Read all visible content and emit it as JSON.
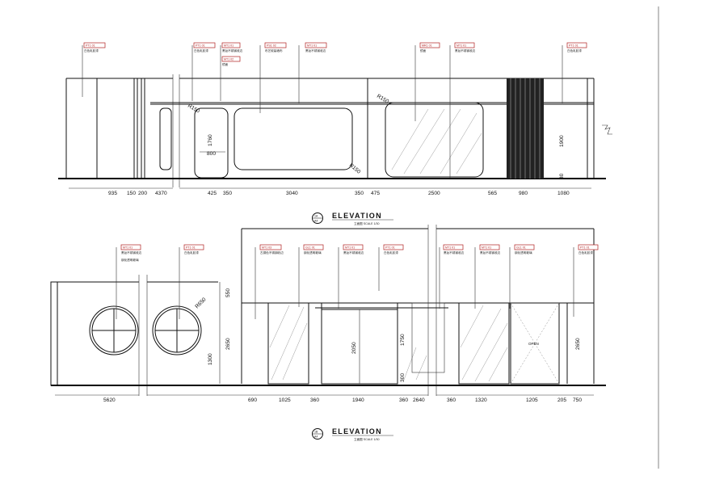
{
  "elevation_1": {
    "title": "ELEVATION",
    "scale_note": "立面图  SCALE 1/30",
    "tags": [
      {
        "code": "PT1 01",
        "note": "白色乳胶漆"
      },
      {
        "code": "PT1 01",
        "note": "白色乳胶漆"
      },
      {
        "code": "MT1 01",
        "note": "黑钛不锈钢收边"
      },
      {
        "code": "MT1 02",
        "note": "镜面"
      },
      {
        "code": "PS1 02",
        "note": "布艺软装墙布"
      },
      {
        "code": "MT1 01",
        "note": "黑钛不锈钢收边"
      },
      {
        "code": "MR1 01",
        "note": "镜面"
      },
      {
        "code": "MT1 01",
        "note": "黑钛不锈钢收边"
      },
      {
        "code": "PT1 01",
        "note": "白色乳胶漆"
      }
    ],
    "inner_dims": [
      "1760",
      "800",
      "R150",
      "R150",
      "1900"
    ],
    "bottom_dims": [
      "935",
      "150",
      "200",
      "4370",
      "425",
      "350",
      "3040",
      "350",
      "475",
      "2500",
      "565",
      "980",
      "1080"
    ]
  },
  "elevation_2": {
    "title": "ELEVATION",
    "scale_note": "立面图  SCALE 1/30",
    "tags": [
      {
        "code": "MT1 01",
        "note": "黑钛不锈钢收边"
      },
      {
        "code": "PT1 01",
        "note": "白色乳胶漆"
      },
      {
        "code": "MT1 03",
        "note": "古铜色不锈钢收边"
      },
      {
        "code": "GL1 01",
        "note": "钢化透明玻璃"
      },
      {
        "code": "MT1 01",
        "note": "黑钛不锈钢收边"
      },
      {
        "code": "PT1 01",
        "note": "白色乳胶漆"
      },
      {
        "code": "MT1 01",
        "note": "黑钛不锈钢收边"
      },
      {
        "code": "MT1 01",
        "note": "黑钛不锈钢收边"
      },
      {
        "code": "GL1 01",
        "note": "钢化透明玻璃"
      },
      {
        "code": "PT1 01",
        "note": "白色乳胶漆"
      }
    ],
    "tag1_extra": "钢化透明玻璃",
    "inner_dims": [
      "R650",
      "550",
      "2650",
      "1300",
      "2050",
      "1750",
      "300",
      "2650",
      "OPEN"
    ],
    "bottom_dims": [
      "5620",
      "690",
      "1025",
      "360",
      "1940",
      "360",
      "2640",
      "360",
      "1320",
      "1205",
      "205",
      "750"
    ]
  }
}
